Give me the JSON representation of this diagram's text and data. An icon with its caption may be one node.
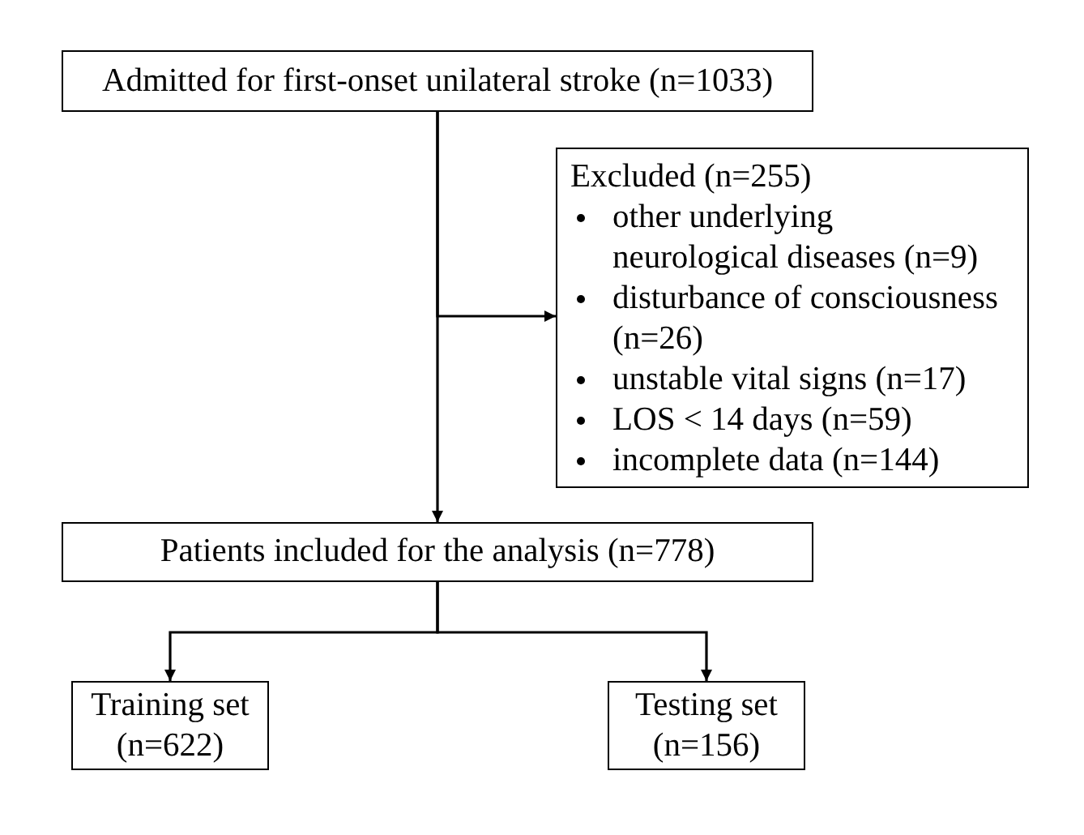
{
  "diagram": {
    "nodes": [
      {
        "text": [
          "Admitted for first-onset unilateral stroke (n=1033)"
        ]
      },
      {
        "text": [
          "Excluded (n=255)",
          "other underlying neurological diseases (n=9)",
          "disturbance of consciousness (n=26)",
          "unstable vital signs (n=17)",
          "LOS < 14 days (n=59)",
          "incomplete data (n=144)"
        ]
      },
      {
        "text": [
          "Patients included for the analysis (n=778)"
        ]
      },
      {
        "text": [
          "Training set (n=622)"
        ]
      },
      {
        "text": [
          "Testing set (n=156)"
        ]
      }
    ],
    "edges": [
      {
        "from": 0,
        "to": 1,
        "arrow": "to"
      },
      {
        "from": 0,
        "to": 2,
        "arrow": "to"
      },
      {
        "from": 2,
        "to": 3,
        "arrow": "to"
      },
      {
        "from": 2,
        "to": 4,
        "arrow": "to"
      }
    ]
  }
}
